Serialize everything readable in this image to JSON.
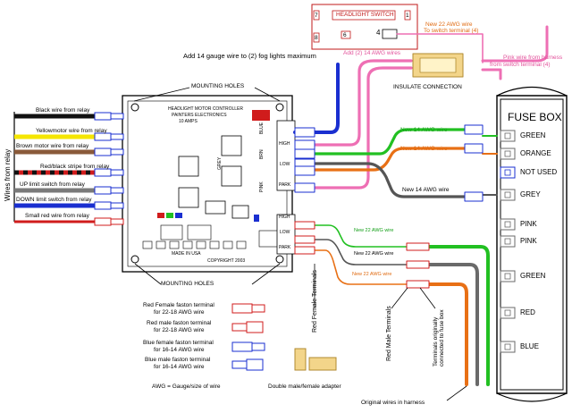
{
  "fuse_box": {
    "title": "FUSE BOX",
    "slots": [
      "GREEN",
      "ORANGE",
      "NOT USED",
      "GREY",
      "PINK",
      "PINK",
      "GREEN",
      "RED",
      "BLUE"
    ]
  },
  "headlight_switch": {
    "title": "HEADLIGHT SWITCH",
    "pin7": "7",
    "pin8": "8",
    "pin1": "1",
    "pin4": "4",
    "pin6": "6"
  },
  "board": {
    "line1": "HEADLIGHT MOTOR CONTROLLER",
    "line2": "PAINTERS ELECTRONICS",
    "line3": "10 AMPS",
    "line4": "MADE IN USA",
    "line5": "COPYRIGHT 2003",
    "mounting_top": "MOUNTING HOLES",
    "mounting_bottom": "MOUNTING HOLES",
    "right_labels": [
      "HIGH",
      "LOW",
      "PARK",
      "HIGH",
      "LOW",
      "PARK"
    ],
    "mid_labels": [
      "BLUE",
      "GREY",
      "BRN",
      "PINK"
    ]
  },
  "relay_wires": {
    "side_label": "Wires from relay",
    "items": [
      "Black wire from relay",
      "Yellowmotor wire from relay",
      "Brown motor wire from relay",
      "Red/black stripe from relay",
      "UP limit switch from relay",
      "DOWN limit switch from relay",
      "Small red wire from relay"
    ]
  },
  "annotations": {
    "fog": "Add 14 gauge wire to (2) fog lights maximum",
    "new22_a": "New 22 AWG wire",
    "new22_b": "To switch terminal (4)",
    "add2": "Add (2) 14 AWG wires",
    "pink_a": "Pink wire from harness",
    "pink_b": "from switch terminal (4)",
    "insulate": "INSULATE CONNECTION",
    "new14_1": "New 14 AWG wire",
    "new14_2": "New 14 AWG wire",
    "new14_3": "New 14 AWG wire",
    "new22_1": "New 22 AWG wire",
    "new22_2": "New 22 AWG wire",
    "new22_3": "New 22 AWG wire",
    "red_female": "Red Female Terminals",
    "red_male": "Red Male Terminals",
    "orig_terms": "Terminals originally connected to fuse box",
    "orig_wires": "Original wires in harness",
    "adapter": "Double male/female adapter"
  },
  "legend": {
    "items": [
      {
        "line1": "Red Female faston terminal",
        "line2": "for 22-18 AWG wire"
      },
      {
        "line1": "Red male faston terminal",
        "line2": "for 22-18 AWG wire"
      },
      {
        "line1": "Blue female faston terminal",
        "line2": "for 16-14 AWG wire"
      },
      {
        "line1": "Blue male faston terminal",
        "line2": "for 16-14 AWG wire"
      }
    ],
    "awg_note": "AWG = Gauge/size of wire"
  },
  "colors": {
    "blue": "#1a2fd0",
    "green": "#22c022",
    "orange": "#e87015",
    "pink": "#ee6fb4",
    "grey": "#6a6a6a",
    "red": "#d01c1c",
    "yellow": "#f5e600",
    "brown": "#8a5a3a"
  }
}
